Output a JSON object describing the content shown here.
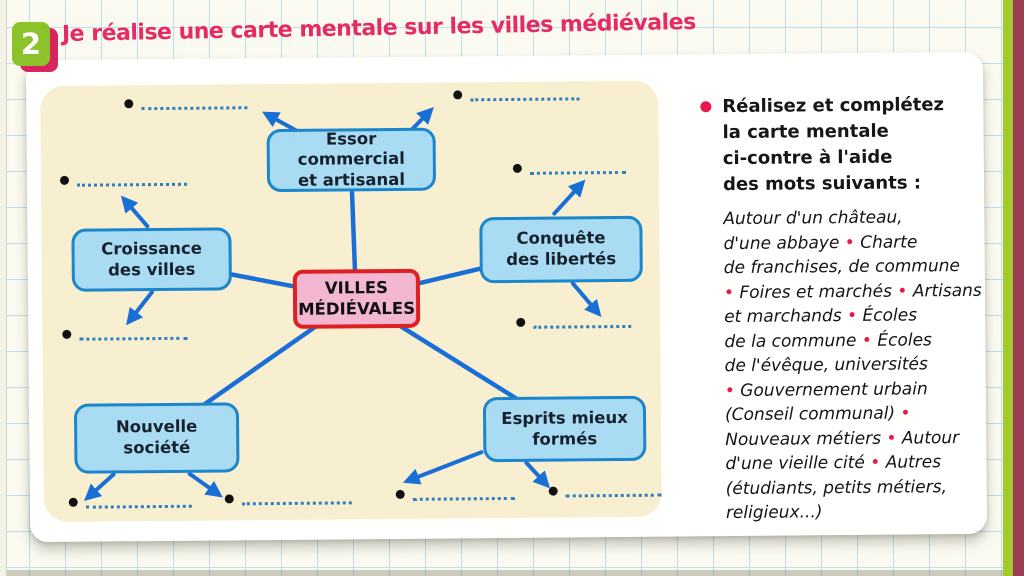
{
  "header": {
    "badge_number": "2",
    "title": "Je réalise une carte mentale sur les villes médiévales"
  },
  "mindmap": {
    "center_label": "VILLES\nMÉDIÉVALES",
    "nodes": [
      {
        "label": "Essor commercial\net artisanal"
      },
      {
        "label": "Croissance\ndes villes"
      },
      {
        "label": "Conquête\ndes libertés"
      },
      {
        "label": "Nouvelle\nsociété"
      },
      {
        "label": "Esprits mieux\nformés"
      }
    ],
    "blank_lines_count": 10
  },
  "instructions": {
    "intro": "Réalisez et complétez\nla carte mentale\nci-contre à l'aide\ndes mots suivants :",
    "word_bank": "Autour d'un château,\nd'une abbaye • Charte\nde franchises, de commune\n• Foires et marchés • Artisans\net marchands • Écoles\nde la commune • Écoles\nde l'évêque, universités\n• Gouvernement urbain\n(Conseil communal) •\nNouveaux métiers • Autour\nd'une vieille cité • Autres\n(étudiants, petits métiers,\nreligieux...)"
  },
  "colors": {
    "title-pink": "#e62a64",
    "badge-green": "#8cc32a",
    "badge-accent": "#d9255d",
    "node-blue-fill": "#a9dcf2",
    "node-blue-border": "#1c86cc",
    "center-pink-fill": "#f3b7d1",
    "center-red-border": "#dd2023",
    "link-blue": "#1a6fd6",
    "dotted-blue": "#2e7fc0",
    "panel-cream": "#f8efd0",
    "grid-blue": "#bddeed",
    "edge-green": "#a5c92c",
    "edge-maroon": "#9c3d55"
  }
}
